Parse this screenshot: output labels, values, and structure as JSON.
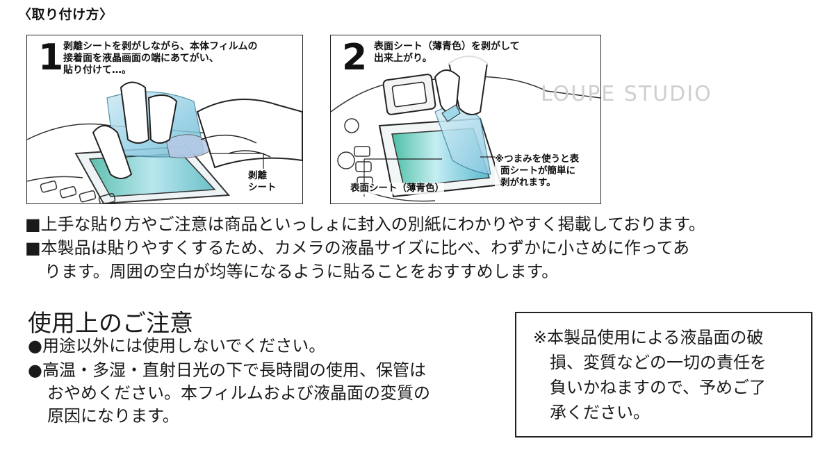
{
  "heading": "〈取り付け方〉",
  "steps": [
    {
      "number": "1",
      "lines": [
        "剥離シートを剥がしながら、本体フィルムの",
        "接着面を液晶画面の端にあてがい、",
        "貼り付けて…。"
      ],
      "callout": [
        "剥離",
        "シート"
      ]
    },
    {
      "number": "2",
      "lines": [
        "表面シート（薄青色）を剥がして",
        "出来上がり。"
      ],
      "callout_left": "表面シート（薄青色）",
      "callout_right": [
        "※つまみを使うと表",
        "面シートが簡単に",
        "剥がれます。"
      ]
    }
  ],
  "watermark": "LOUPE STUDIO",
  "notices": [
    [
      "■上手な貼り方やご注意は商品といっしょに封入の別紙にわかりやすく掲載しております。"
    ],
    [
      "■本製品は貼りやすくするため、カメラの液晶サイズに比べ、わずかに小さめに作ってあ",
      "ります。周囲の空白が均等になるように貼ることをおすすめします。"
    ]
  ],
  "caution_title": "使用上のご注意",
  "cautions": [
    [
      "●用途以外には使用しないでください。"
    ],
    [
      "●高温・多湿・直射日光の下で長時間の使用、保管は",
      "おやめください。本フィルムおよび液晶面の変質の",
      "原因になります。"
    ]
  ],
  "disclaimer": [
    "※本製品使用による液晶面の破",
    "損、変質などの一切の責任を",
    "負いかねますので、予めご了",
    "承ください。"
  ],
  "colors": {
    "film_blue": "#9fd3e6",
    "film_teal": "#6cc2b4",
    "ink": "#1a1a1a"
  }
}
